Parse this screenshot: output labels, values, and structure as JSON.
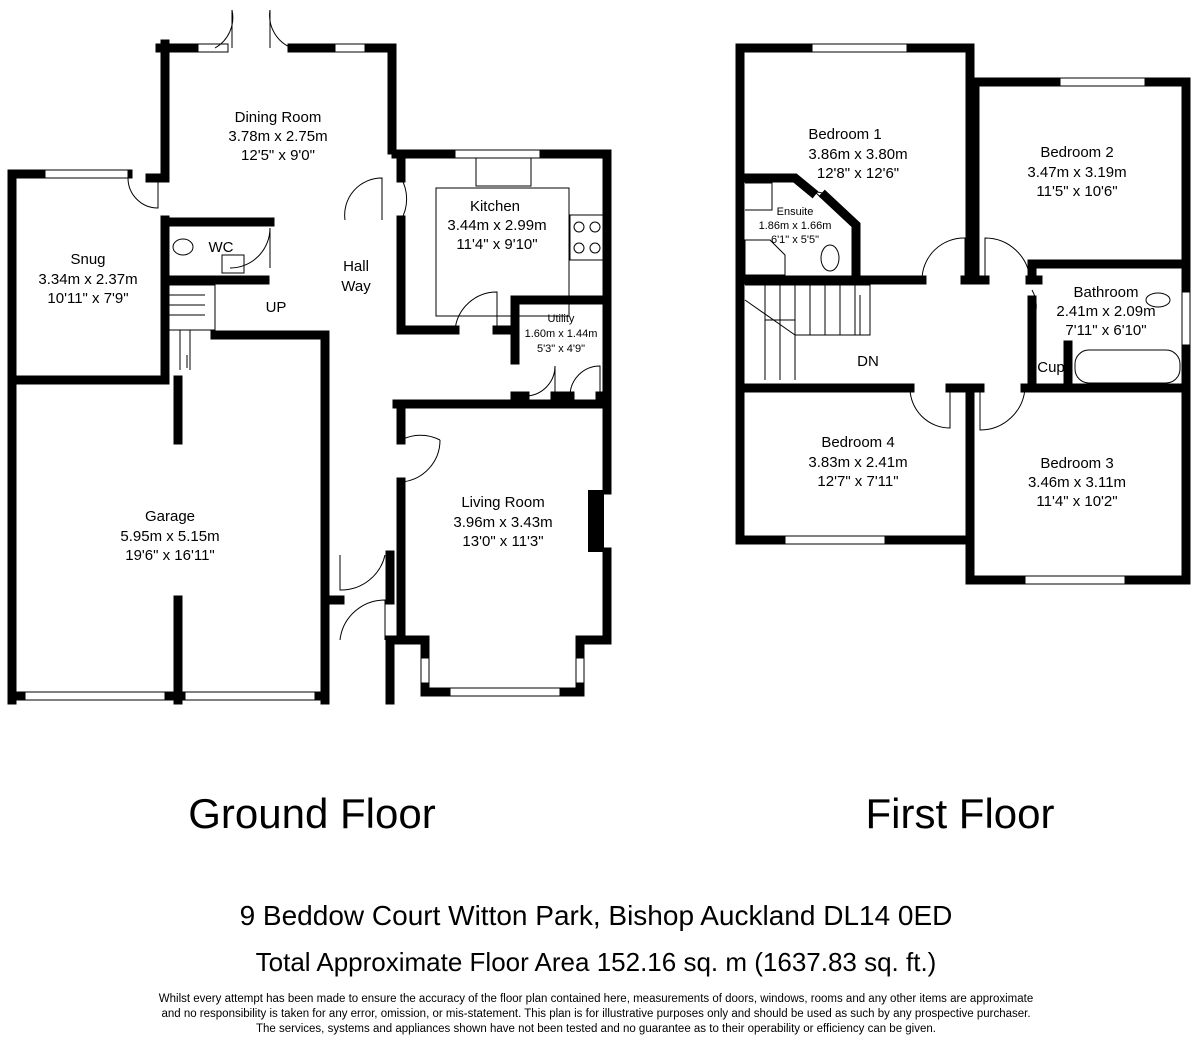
{
  "ground_floor": {
    "title": "Ground Floor",
    "rooms": [
      {
        "name": "Dining Room",
        "metric": "3.78m x 2.75m",
        "imperial": "12'5\" x 9'0\""
      },
      {
        "name": "Kitchen",
        "metric": "3.44m x 2.99m",
        "imperial": "11'4\" x 9'10\""
      },
      {
        "name": "Snug",
        "metric": "3.34m x 2.37m",
        "imperial": "10'11\" x 7'9\""
      },
      {
        "name": "Utility",
        "metric": "1.60m x 1.44m",
        "imperial": "5'3\" x 4'9\""
      },
      {
        "name": "Living Room",
        "metric": "3.96m x 3.43m",
        "imperial": "13'0\" x 11'3\""
      },
      {
        "name": "Garage",
        "metric": "5.95m x 5.15m",
        "imperial": "19'6\" x 16'11\""
      }
    ],
    "labels": {
      "wc": "WC",
      "hall_1": "Hall",
      "hall_2": "Way",
      "up": "UP"
    }
  },
  "first_floor": {
    "title": "First Floor",
    "rooms": [
      {
        "name": "Bedroom 1",
        "metric": "3.86m x 3.80m",
        "imperial": "12'8\" x 12'6\""
      },
      {
        "name": "Bedroom 2",
        "metric": "3.47m x 3.19m",
        "imperial": "11'5\" x 10'6\""
      },
      {
        "name": "Ensuite",
        "metric": "1.86m x 1.66m",
        "imperial": "6'1\" x 5'5\""
      },
      {
        "name": "Bathroom",
        "metric": "2.41m x 2.09m",
        "imperial": "7'11\" x 6'10\""
      },
      {
        "name": "Bedroom 4",
        "metric": "3.83m x 2.41m",
        "imperial": "12'7\" x 7'11\""
      },
      {
        "name": "Bedroom 3",
        "metric": "3.46m x 3.11m",
        "imperial": "11'4\" x 10'2\""
      }
    ],
    "labels": {
      "dn": "DN",
      "cup": "Cup"
    }
  },
  "footer": {
    "address": "9 Beddow Court Witton Park, Bishop Auckland DL14 0ED",
    "area": "Total Approximate Floor Area 152.16 sq. m (1637.83 sq. ft.)",
    "disclaimer": [
      "Whilst every attempt has been made to ensure the accuracy of the floor plan contained here, measurements of doors, windows, rooms and any other items are approximate",
      "and no responsibility is taken for any error, omission, or mis-statement. This plan is for illustrative purposes only and should be used as such by any prospective purchaser.",
      "The services, systems and appliances shown have not been tested and no guarantee as to their operability or efficiency can be given."
    ]
  }
}
